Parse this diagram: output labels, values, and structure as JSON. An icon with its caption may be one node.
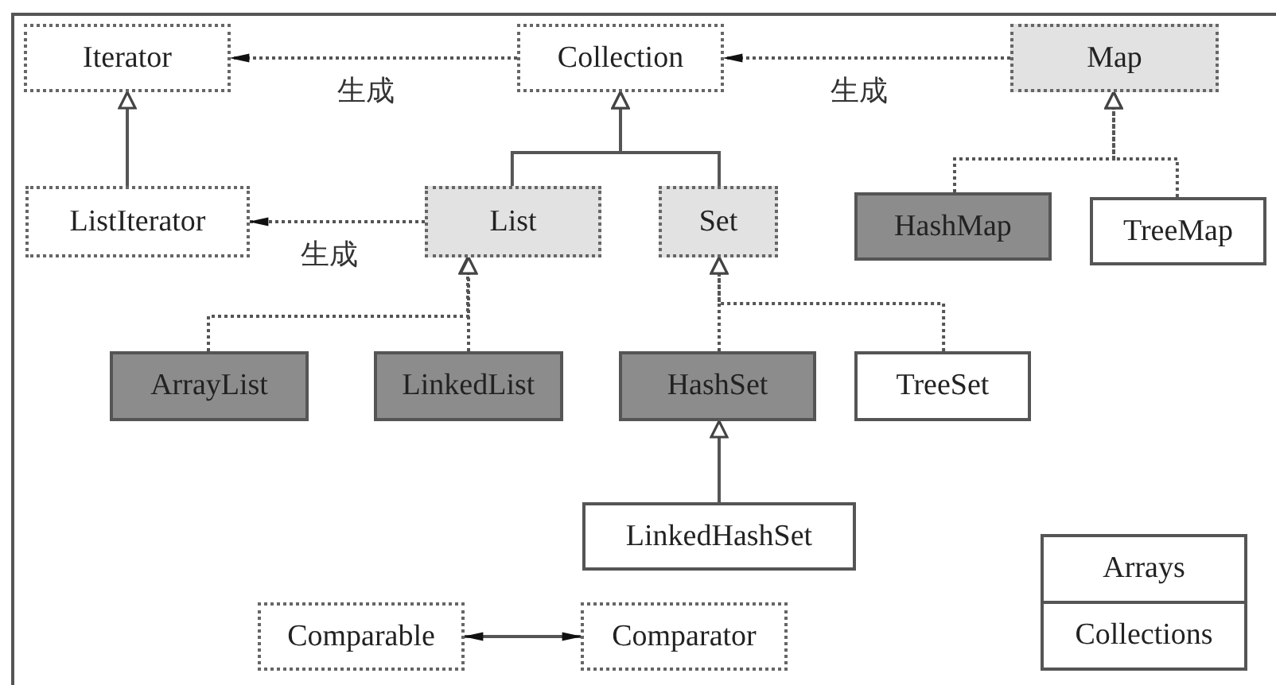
{
  "diagram": {
    "nodes": [
      {
        "text": [
          "Iterator"
        ]
      },
      {
        "text": [
          "Collection"
        ]
      },
      {
        "text": [
          "Map"
        ]
      },
      {
        "text": [
          "ListIterator"
        ]
      },
      {
        "text": [
          "List"
        ]
      },
      {
        "text": [
          "Set"
        ]
      },
      {
        "text": [
          "HashMap"
        ]
      },
      {
        "text": [
          "TreeMap"
        ]
      },
      {
        "text": [
          "ArrayList"
        ]
      },
      {
        "text": [
          "LinkedList"
        ]
      },
      {
        "text": [
          "HashSet"
        ]
      },
      {
        "text": [
          "TreeSet"
        ]
      },
      {
        "text": [
          "LinkedHashSet"
        ]
      },
      {
        "text": [
          "Comparable"
        ]
      },
      {
        "text": [
          "Comparator"
        ]
      },
      {
        "text": [
          "Arrays"
        ]
      },
      {
        "text": [
          "Collections"
        ]
      }
    ],
    "edges": [
      {
        "from": 1,
        "to": 0,
        "arrow": "to",
        "style": "dashed",
        "label": "生成"
      },
      {
        "from": 2,
        "to": 1,
        "arrow": "to",
        "style": "dashed",
        "label": "生成"
      },
      {
        "from": 3,
        "to": 0,
        "arrow": "to"
      },
      {
        "from": 4,
        "to": 3,
        "arrow": "to",
        "style": "dashed",
        "label": "生成"
      },
      {
        "from": 4,
        "to": 1,
        "arrow": "to"
      },
      {
        "from": 5,
        "to": 1,
        "arrow": "to"
      },
      {
        "from": 6,
        "to": 2,
        "arrow": "to",
        "style": "dashed"
      },
      {
        "from": 7,
        "to": 2,
        "arrow": "to",
        "style": "dashed"
      },
      {
        "from": 8,
        "to": 4,
        "arrow": "to",
        "style": "dashed"
      },
      {
        "from": 9,
        "to": 4,
        "arrow": "to",
        "style": "dashed"
      },
      {
        "from": 10,
        "to": 5,
        "arrow": "to",
        "style": "dashed"
      },
      {
        "from": 11,
        "to": 5,
        "arrow": "to",
        "style": "dashed"
      },
      {
        "from": 12,
        "to": 10,
        "arrow": "to"
      },
      {
        "from": 13,
        "to": 14,
        "arrow": "both"
      }
    ]
  }
}
